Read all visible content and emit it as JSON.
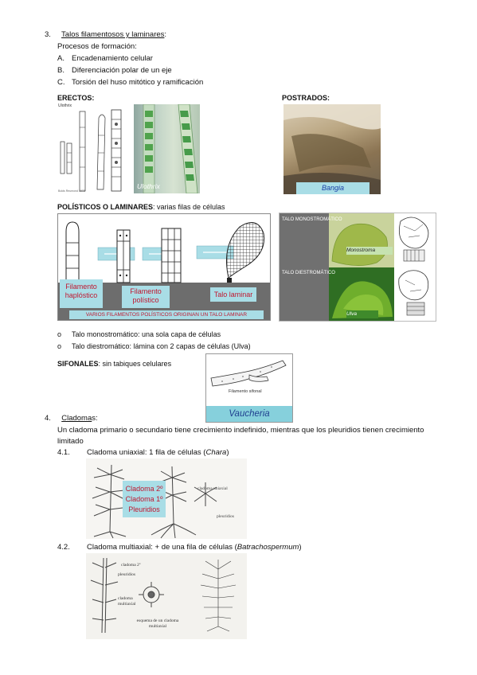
{
  "section3": {
    "number": "3.",
    "title": "Talos filamentosos y laminares",
    "colon": ":",
    "intro": "Procesos de formación:",
    "items": [
      {
        "letter": "A.",
        "text": "Encadenamiento celular"
      },
      {
        "letter": "B.",
        "text": "Diferenciación polar de un eje"
      },
      {
        "letter": "C.",
        "text": "Torsión del huso mitótico y ramificación"
      }
    ]
  },
  "erectos": {
    "heading": "ERECTOS",
    "colon": ":",
    "figure_small_label": "Ulothrix",
    "figure_credit": "Bolds Reumond 1972",
    "photo_caption": "Ulothrix"
  },
  "postrados": {
    "heading": "POSTRADOS",
    "colon": ":",
    "photo_caption": "Bangia"
  },
  "polisticos": {
    "heading": "POLÍSTICOS O LAMINARES",
    "description": ": varias filas de células",
    "labels": {
      "filamento_haplostico": "Filamento haplóstico",
      "filamento_polistico": "Filamento polístico",
      "talo_laminar": "Talo laminar"
    },
    "banner": "VARIOS FILAMENTOS POLÍSTICOS ORIGINAN UN TALO LAMINAR",
    "mono_label": "TALO MONOSTROMÁTICO",
    "mono_caption": "Monostroma",
    "di_label": "TALO DIESTROMÁTICO",
    "di_caption": "Ulva"
  },
  "talo_bullets": [
    {
      "bullet": "o",
      "text": "Talo monostromático: una sola capa de células"
    },
    {
      "bullet": "o",
      "text": "Talo diestromático: lámina con 2 capas de células (Ulva)"
    }
  ],
  "sifonales": {
    "heading": "SIFONALES",
    "description": ": sin tabiques celulares",
    "figure_label": "Filamento sifonal",
    "photo_caption": "Vaucheria"
  },
  "section4": {
    "number": "4.",
    "title": "Cladoma",
    "suffix": "s:",
    "paragraph": "Un cladoma primario o secundario tiene crecimiento indefinido, mientras que los pleuridios tienen crecimiento limitado",
    "sub1": {
      "number": "4.1.",
      "text_before": "Cladoma uniaxial: 1 fila de células (",
      "italic": "Chara",
      "text_after": ")",
      "caption_lines": [
        "Cladoma 2º",
        "Cladoma 1º",
        "Pleuridios"
      ],
      "fig_label_right": "cladoma uniaxial",
      "fig_label_bottom": "pleuridios"
    },
    "sub2": {
      "number": "4.2.",
      "text_before": "Cladoma multiaxial: + de una fila de células (",
      "italic": "Batrachospermum",
      "text_after": ")",
      "fig_labels": {
        "cladoma2": "cladoma 2º",
        "pleuridios": "pleuridios",
        "cladoma_multiaxial": "cladoma multiaxial",
        "esquema": "esquema de un cladoma multiaxial"
      }
    }
  }
}
